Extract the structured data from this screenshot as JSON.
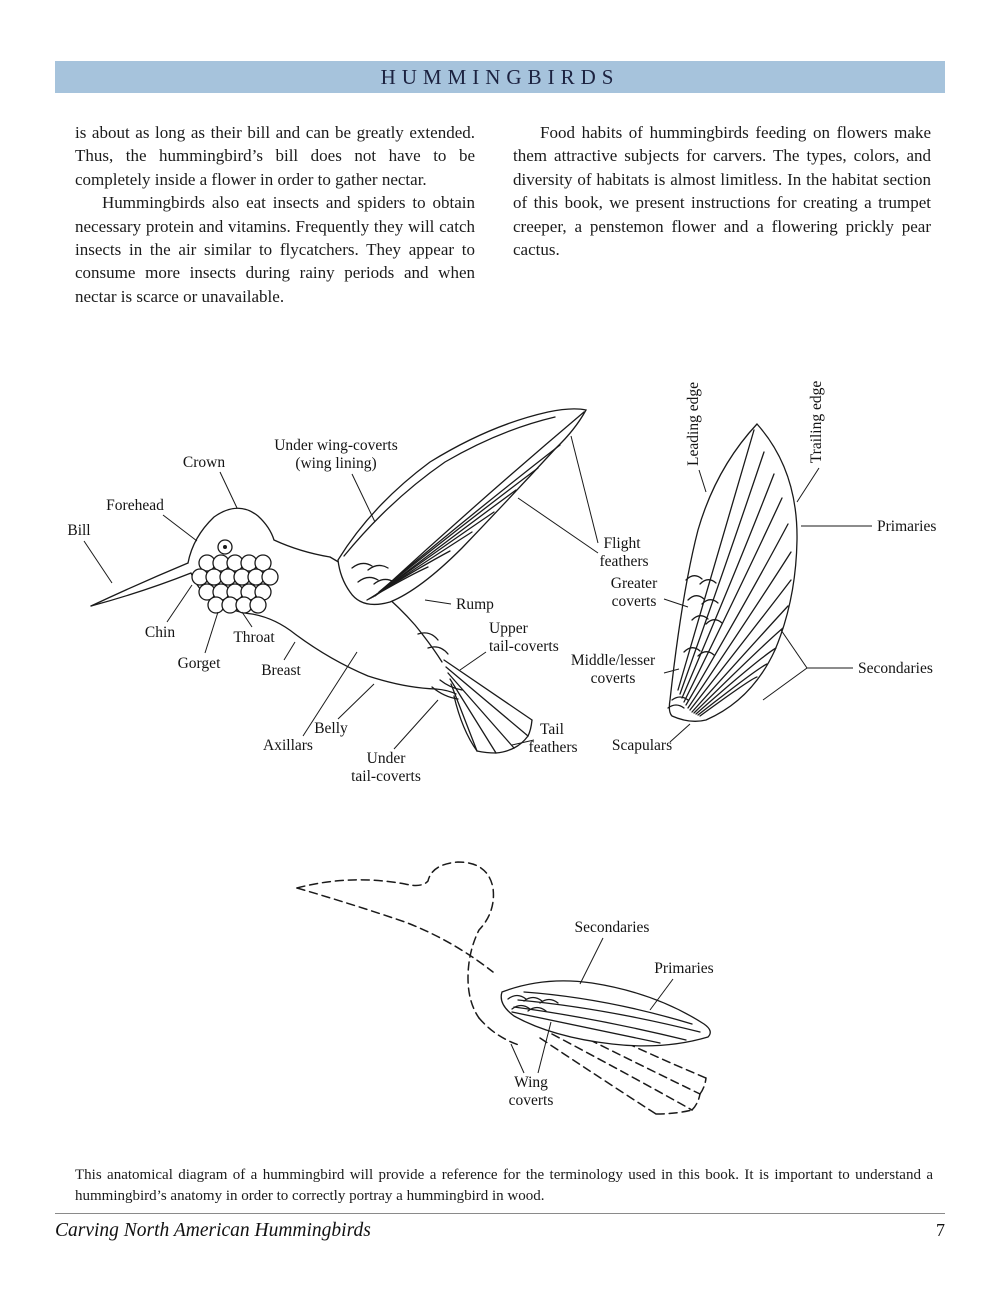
{
  "page": {
    "header": "HUMMINGBIRDS",
    "footer": "Carving North American Hummingbirds",
    "page_number": "7"
  },
  "colors": {
    "header_bg": "#a6c3dc",
    "header_text": "#1c2240",
    "ink": "#1a1a1a"
  },
  "body": {
    "left_col": {
      "p1": "is about as long as their bill and can be greatly extended. Thus, the hummingbird’s bill does not have to be completely inside a flower in order to gather nectar.",
      "p2": "Hummingbirds also eat insects and spiders to obtain necessary protein and vitamins. Frequently they will catch insects in the air similar to flycatchers. They appear to consume more insects during rainy periods and when nectar is scarce or unavailable."
    },
    "right_col": {
      "p1": "Food habits of hummingbirds feeding on flowers make them attractive subjects for carvers. The types, colors, and diversity of habitats is almost limitless. In the habitat section of this book, we present instructions for creating a trumpet creeper, a penstemon flower and a flowering prickly pear cactus."
    }
  },
  "diagram": {
    "labels": {
      "under_wing_coverts_1": "Under wing-coverts",
      "under_wing_coverts_2": "(wing lining)",
      "crown": "Crown",
      "forehead": "Forehead",
      "bill": "Bill",
      "chin": "Chin",
      "gorget": "Gorget",
      "throat": "Throat",
      "breast": "Breast",
      "belly": "Belly",
      "axillars": "Axillars",
      "under_tail_1": "Under",
      "under_tail_2": "tail-coverts",
      "rump": "Rump",
      "upper_tail_1": "Upper",
      "upper_tail_2": "tail-coverts",
      "tail_1": "Tail",
      "tail_2": "feathers",
      "flight_1": "Flight",
      "flight_2": "feathers",
      "leading_edge": "Leading edge",
      "trailing_edge": "Trailing edge",
      "primaries": "Primaries",
      "greater_1": "Greater",
      "greater_2": "coverts",
      "middle_1": "Middle/lesser",
      "middle_2": "coverts",
      "secondaries": "Secondaries",
      "scapulars": "Scapulars"
    }
  },
  "diagram2": {
    "labels": {
      "secondaries": "Secondaries",
      "primaries": "Primaries",
      "wing_1": "Wing",
      "wing_2": "coverts"
    }
  },
  "caption": "This anatomical diagram of a hummingbird will provide a reference for the terminology used in this book. It is important to understand a hummingbird’s anatomy in order to correctly portray a hummingbird in wood."
}
